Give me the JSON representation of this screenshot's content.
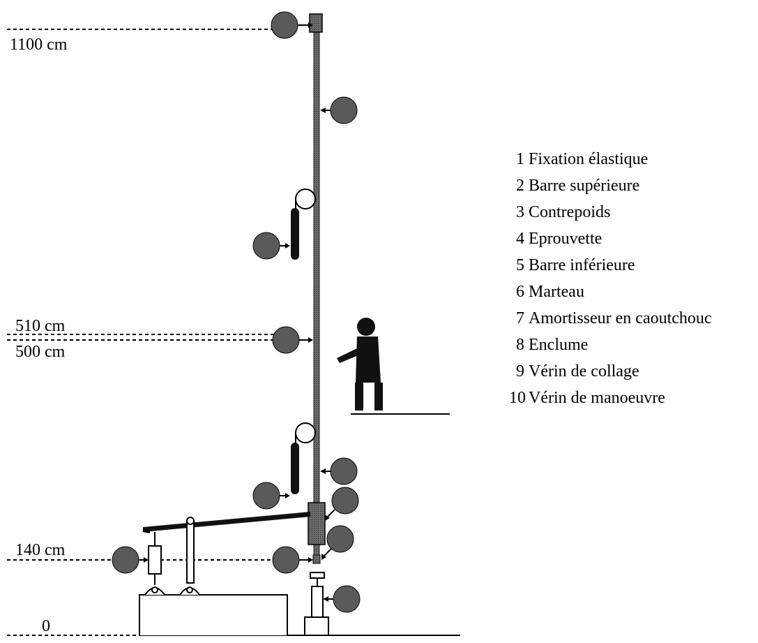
{
  "levels": [
    {
      "label": "1100 cm"
    },
    {
      "label": "510 cm"
    },
    {
      "label": "500 cm"
    },
    {
      "label": "140 cm"
    },
    {
      "label": "0"
    }
  ],
  "legend": [
    {
      "num": "1",
      "text": "Fixation élastique"
    },
    {
      "num": "2",
      "text": "Barre supérieure"
    },
    {
      "num": "3",
      "text": "Contrepoids"
    },
    {
      "num": "4",
      "text": "Eprouvette"
    },
    {
      "num": "5",
      "text": "Barre inférieure"
    },
    {
      "num": "6",
      "text": "Marteau"
    },
    {
      "num": "7",
      "text": "Amortisseur en caoutchouc"
    },
    {
      "num": "8",
      "text": "Enclume"
    },
    {
      "num": "9",
      "text": "Vérin de collage"
    },
    {
      "num": "10",
      "text": "Vérin de manoeuvre"
    }
  ],
  "colors": {
    "ink": "#000000",
    "marker": "#5a5a5a",
    "bar": "#3a3a3a",
    "background": "#ffffff"
  }
}
